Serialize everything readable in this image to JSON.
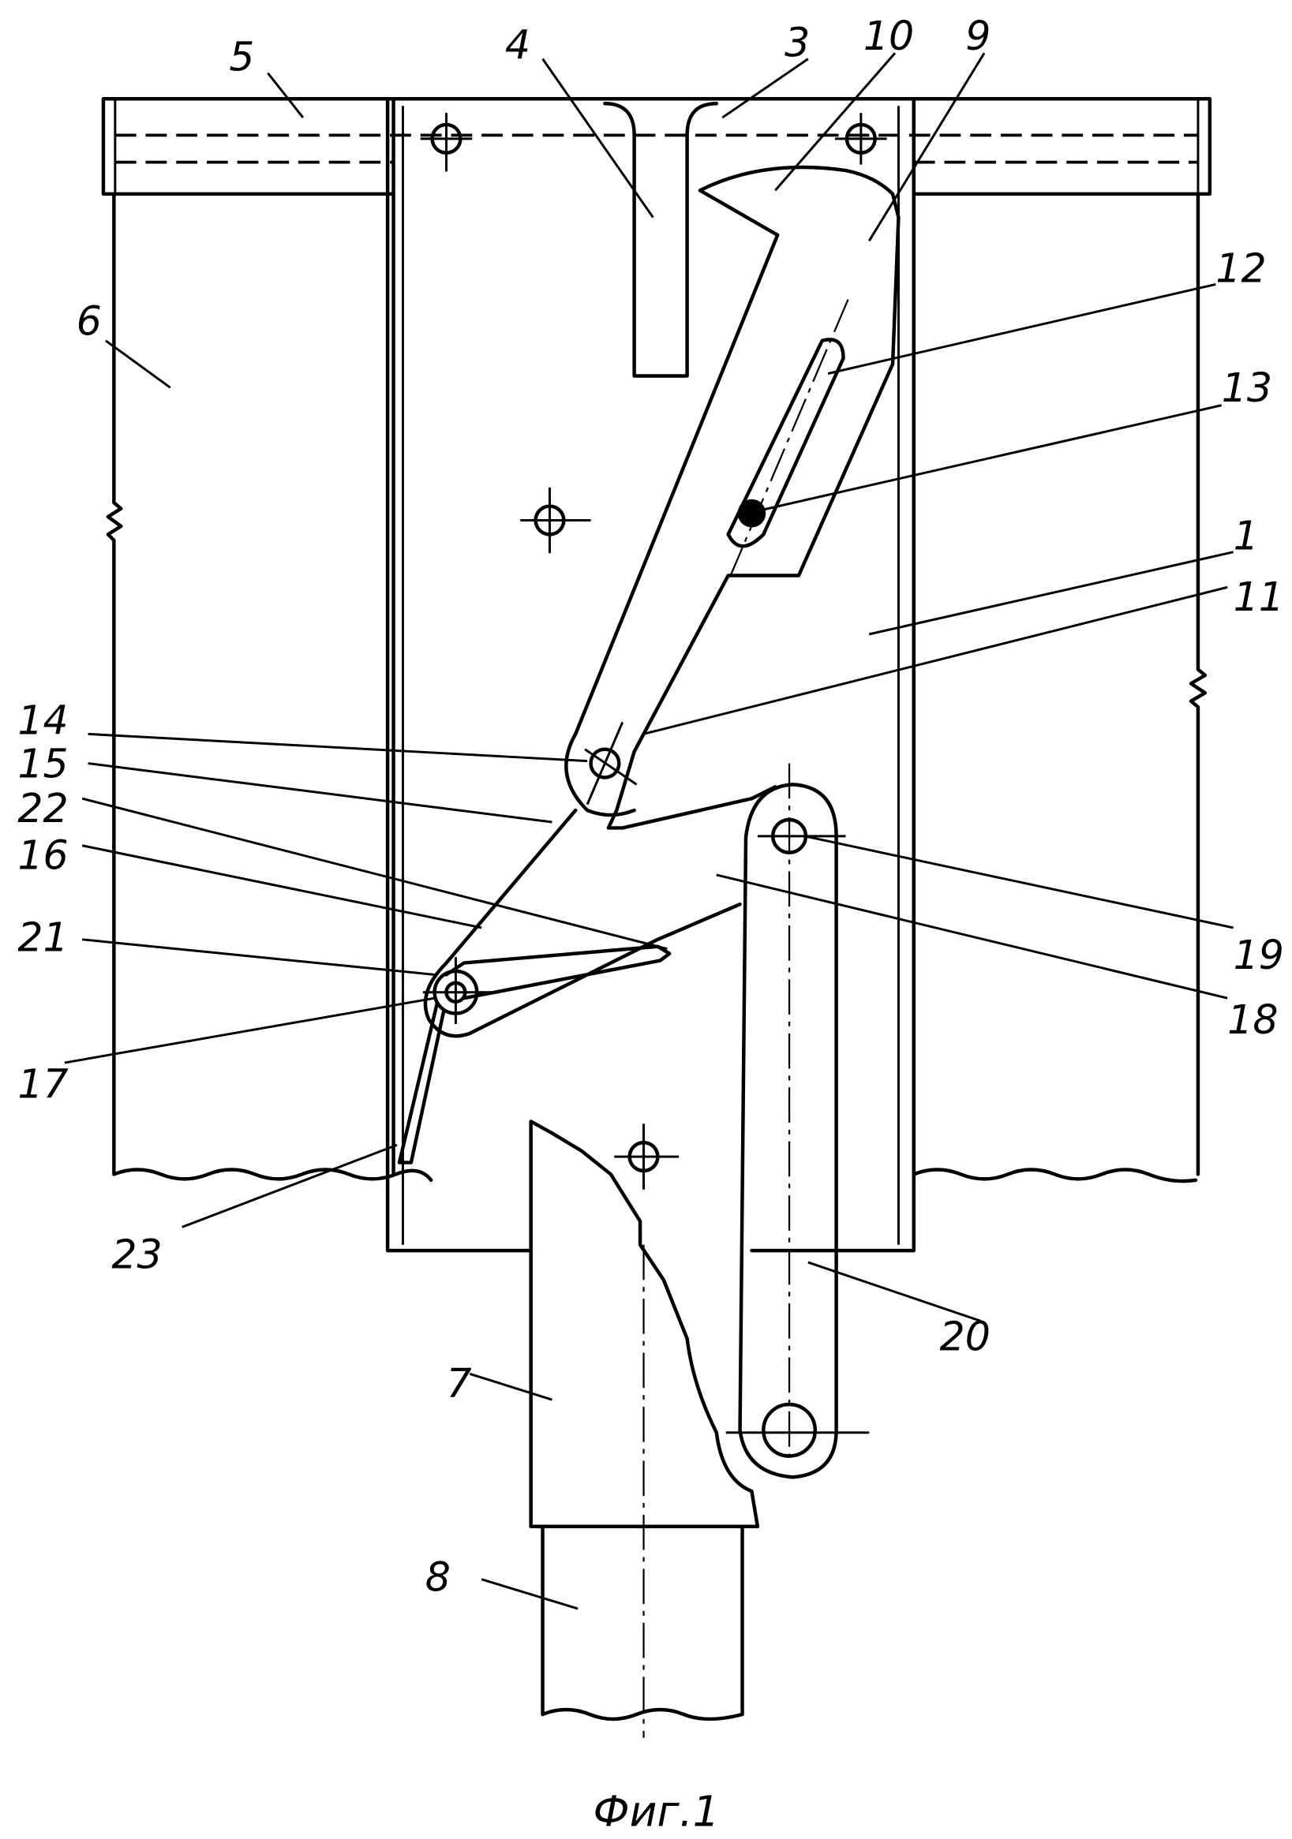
{
  "figure": {
    "caption": "Фиг.1",
    "labels": {
      "l1": "1",
      "l3": "3",
      "l4": "4",
      "l5": "5",
      "l6": "6",
      "l7": "7",
      "l8": "8",
      "l9": "9",
      "l10": "10",
      "l11": "11",
      "l12": "12",
      "l13": "13",
      "l14": "14",
      "l15": "15",
      "l16": "16",
      "l17": "17",
      "l18": "18",
      "l19": "19",
      "l20": "20",
      "l21": "21",
      "l22": "22",
      "l23": "23"
    }
  }
}
